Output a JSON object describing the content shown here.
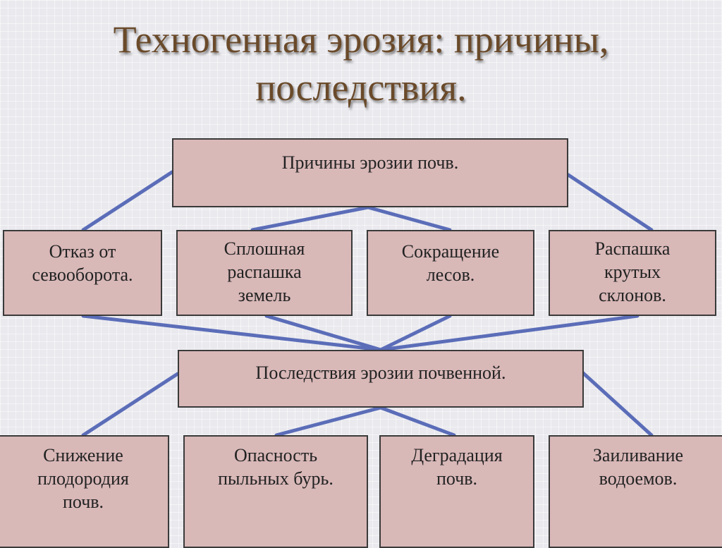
{
  "title": {
    "line1": "Техногенная эрозия: причины,",
    "line2": "последствия."
  },
  "causes": {
    "header": "Причины эрозии почв.",
    "items": [
      "Отказ от\nсевооборота.",
      "Сплошная\nраспашка\nземель",
      "Сокращение\nлесов.",
      "Распашка\nкрутых\nсклонов."
    ]
  },
  "consequences": {
    "header": "Последствия эрозии почвенной.",
    "items": [
      "Снижение\nплодородия\nпочв.",
      "Опасность\nпыльных бурь.",
      "Деградация\nпочв.",
      "Заиливание\nводоемов."
    ]
  },
  "colors": {
    "box_fill": "#d9b8b8",
    "connector": "#5b6db8",
    "title": "#6a4a2a"
  }
}
